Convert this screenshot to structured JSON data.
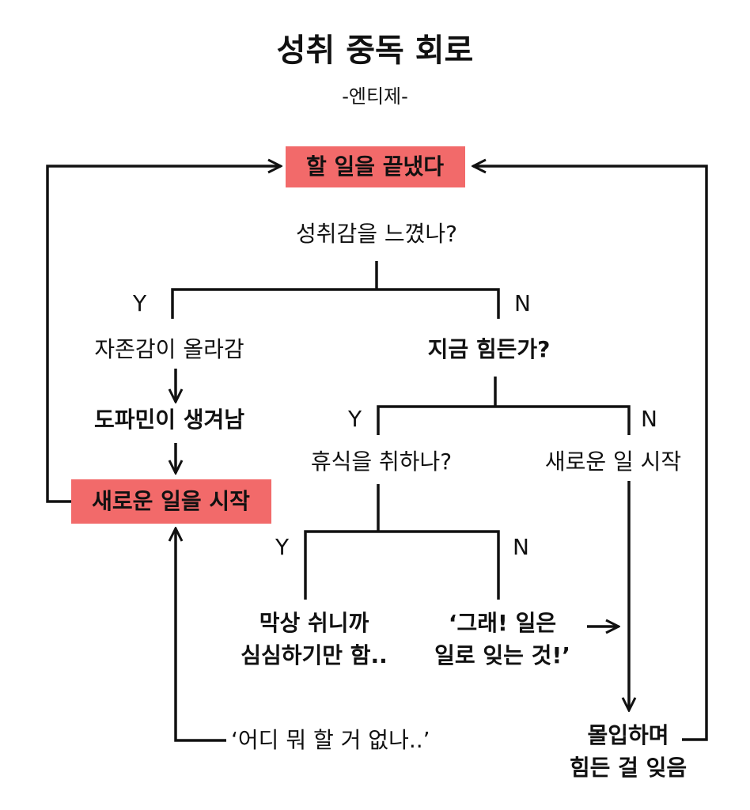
{
  "title": "성취 중독 회로",
  "subtitle": "-엔티제-",
  "nodes": {
    "done": "할 일을 끝냈다",
    "q_achievement": "성취감을 느꼈나?",
    "self_esteem": "자존감이 올라감",
    "dopamine": "도파민이 생겨남",
    "new_work_left": "새로운 일을 시작",
    "q_hard": "지금 힘든가?",
    "q_rest": "휴식을 취하나?",
    "new_work_right": "새로운 일 시작",
    "bored_line1": "막상 쉬니까",
    "bored_line2": "심심하기만 함..",
    "work_line1": "‘그래! 일은",
    "work_line2": "일로 잊는 것!’",
    "immerse_line1": "몰입하며",
    "immerse_line2": "힘든 걸 잊음",
    "nothing_to_do": "‘어디 뭐 할 거 없나..’"
  },
  "branch_labels": {
    "achievement_yes": "Y",
    "achievement_no": "N",
    "hard_yes": "Y",
    "hard_no": "N",
    "rest_yes": "Y",
    "rest_no": "N"
  },
  "colors": {
    "highlight": "#f26a6a",
    "line": "#111111"
  }
}
